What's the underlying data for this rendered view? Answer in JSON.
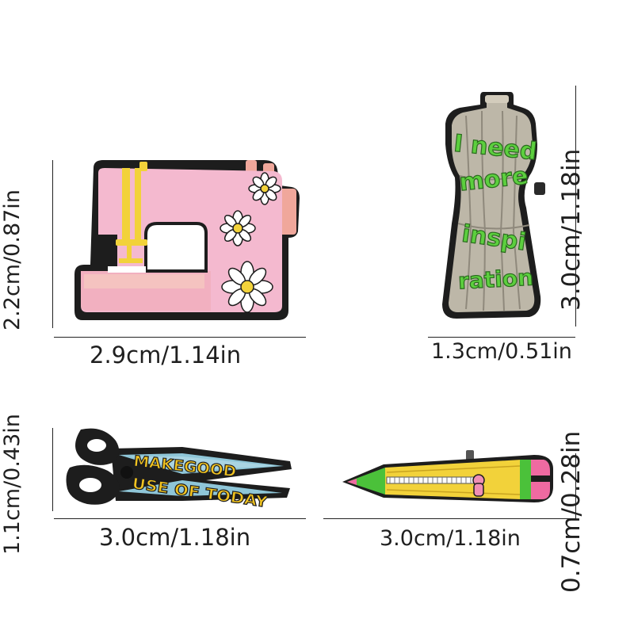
{
  "dimensions": {
    "sewing_machine": {
      "width": "2.9cm/1.14in",
      "height": "2.2cm/0.87in"
    },
    "dress_form": {
      "width": "1.3cm/0.51in",
      "height": "3.0cm/1.18in"
    },
    "scissors": {
      "width": "3.0cm/1.18in",
      "height": "1.1cm/0.43in"
    },
    "pencil": {
      "width": "3.0cm/1.18in",
      "height": "0.7cm/0.28in"
    }
  },
  "pins": {
    "dress_form": {
      "lines": [
        "I need",
        "more",
        "inspi",
        "ration"
      ]
    },
    "scissors": {
      "lines": [
        "MAKEGOOD",
        "USE OF TODAY"
      ]
    }
  },
  "colors": {
    "pink": "#f4b9cf",
    "pink_base": "#f0b4a8",
    "yellow": "#f2d23a",
    "grey": "#bdb7a8",
    "green_text": "#5ccf3e",
    "outline": "#1d1d1d"
  }
}
